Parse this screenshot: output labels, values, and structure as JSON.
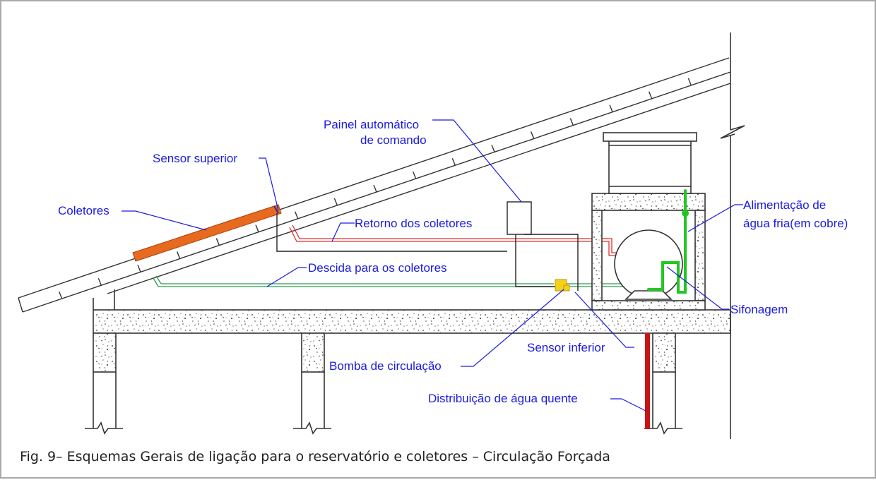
{
  "figure": {
    "labels": {
      "painel_line1": "Painel automático",
      "painel_line2": "de comando",
      "sensor_superior": "Sensor superior",
      "coletores": "Coletores",
      "retorno": "Retorno dos coletores",
      "descida": "Descida para os coletores",
      "alimentacao_line1": "Alimentação de",
      "alimentacao_line2": "água fria(em cobre)",
      "sifonagem": "Sifonagem",
      "sensor_inferior": "Sensor inferior",
      "bomba": "Bomba de circulação",
      "distribuicao": "Distribuição de água quente"
    },
    "caption": "Fig. 9– Esquemas Gerais de ligação para o reservatório e coletores – Circulação Forçada"
  },
  "colors": {
    "label_text": "#1a1ae0",
    "hot_pipe": "#e23030",
    "cold_pipe": "#22c822",
    "descida_pipe": "#2e9a4e",
    "collector": "#e86a1e",
    "pump": "#f5d21a",
    "hot_distribution": "#c81414",
    "structure": "#333333"
  }
}
